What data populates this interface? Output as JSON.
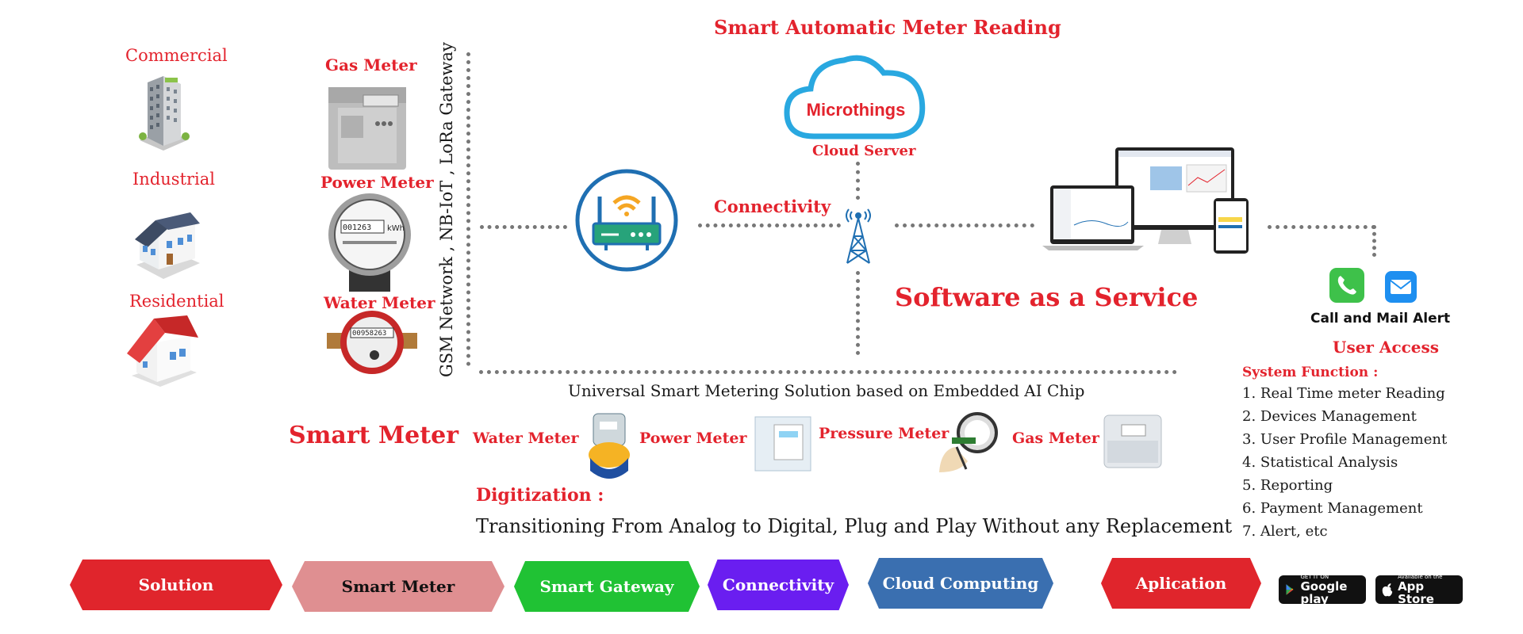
{
  "header": {
    "title": "Smart Automatic Meter Reading"
  },
  "sites": {
    "commercial": "Commercial",
    "industrial": "Industrial",
    "residential": "Residential"
  },
  "meters": {
    "gas": "Gas Meter",
    "power": "Power Meter",
    "water": "Water Meter",
    "power_display": "001263",
    "power_unit": "kWh",
    "water_display": "00958263"
  },
  "network_label": "GSM Network , NB-IoT , LoRa Gateway",
  "cloud": {
    "brand": "Microthings",
    "label": "Cloud Server"
  },
  "connectivity_label": "Connectivity",
  "saas_label": "Software as a  Service",
  "alert": {
    "label": "Call and Mail Alert",
    "user_access": "User Access"
  },
  "system_function": {
    "title": "System Function :",
    "items": [
      "1. Real Time meter Reading",
      "2. Devices Management",
      "3. User Profile Management",
      "4. Statistical Analysis",
      "5. Reporting",
      "6. Payment Management",
      "7. Alert, etc"
    ]
  },
  "universal_caption": "Universal Smart Metering Solution based on Embedded AI Chip",
  "smart_meter_heading": "Smart Meter",
  "product_row": {
    "water": "Water Meter",
    "power": "Power Meter",
    "pressure": "Pressure Meter",
    "gas": "Gas Meter"
  },
  "digitization": {
    "title": "Digitization :",
    "text": "Transitioning From Analog to Digital, Plug and Play Without any Replacement"
  },
  "footer_steps": [
    {
      "label": "Solution",
      "color": "#e0252c"
    },
    {
      "label": "Smart Meter",
      "color": "#df8f91"
    },
    {
      "label": "Smart Gateway",
      "color": "#20c234"
    },
    {
      "label": "Connectivity",
      "color": "#6a1ef0"
    },
    {
      "label": "Cloud Computing",
      "color": "#3a6fb0"
    },
    {
      "label": "Aplication",
      "color": "#e0252c"
    }
  ],
  "stores": {
    "google": {
      "small": "GET IT ON",
      "big": "Google play"
    },
    "apple": {
      "small": "Available on the",
      "big": "App Store"
    }
  },
  "colors": {
    "accent_red": "#e3232d",
    "router_blue": "#1f6fb2",
    "dots": "#777777"
  }
}
